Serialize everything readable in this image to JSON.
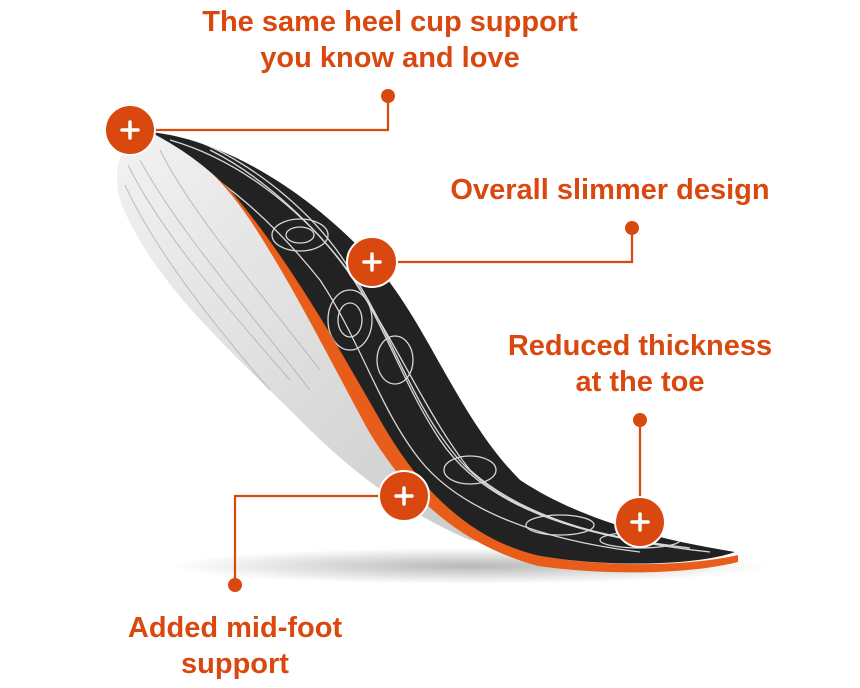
{
  "colors": {
    "accent": "#d9480f",
    "insole_top": "#222222",
    "insole_shell": "#e85d1a",
    "insole_base": "#dcdcdc"
  },
  "callouts": [
    {
      "id": "heel",
      "text": "The same heel cup support\nyou know and love",
      "icon": "plus-icon"
    },
    {
      "id": "slim",
      "text": "Overall slimmer design",
      "icon": "plus-icon"
    },
    {
      "id": "toe",
      "text": "Reduced thickness\nat the toe",
      "icon": "plus-icon"
    },
    {
      "id": "mid",
      "text": "Added mid-foot\nsupport",
      "icon": "plus-icon"
    }
  ]
}
